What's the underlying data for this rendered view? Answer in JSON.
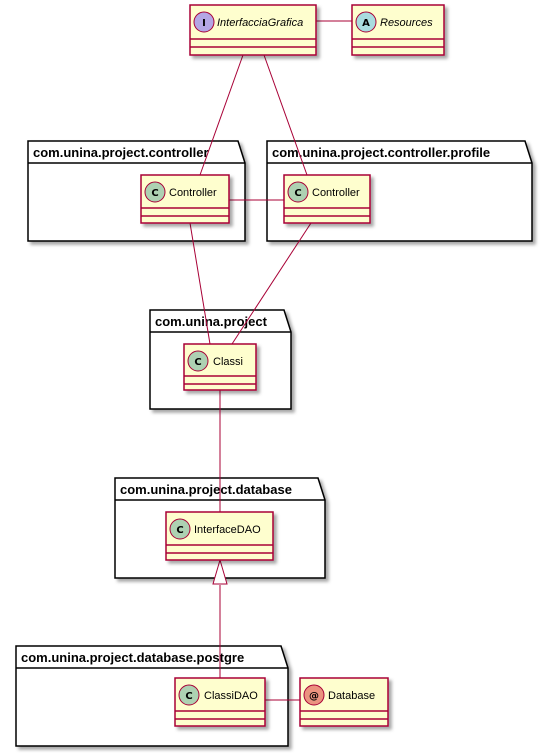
{
  "packages": {
    "controller": {
      "title": "com.unina.project.controller"
    },
    "controller_profile": {
      "title": "com.unina.project.controller.profile"
    },
    "project": {
      "title": "com.unina.project"
    },
    "database": {
      "title": "com.unina.project.database"
    },
    "postgre": {
      "title": "com.unina.project.database.postgre"
    }
  },
  "classes": {
    "interfaccia_grafica": {
      "name": "InterfacciaGrafica",
      "stereotype": "I",
      "kind": "interface",
      "color": "#B4A7E5"
    },
    "resources": {
      "name": "Resources",
      "stereotype": "A",
      "kind": "abstract",
      "color": "#A9DCDF"
    },
    "controller": {
      "name": "Controller",
      "stereotype": "C",
      "kind": "class",
      "color": "#ADD1B2"
    },
    "controller_profile": {
      "name": "Controller",
      "stereotype": "C",
      "kind": "class",
      "color": "#ADD1B2"
    },
    "classi": {
      "name": "Classi",
      "stereotype": "C",
      "kind": "class",
      "color": "#ADD1B2"
    },
    "interface_dao": {
      "name": "InterfaceDAO",
      "stereotype": "C",
      "kind": "class",
      "color": "#ADD1B2"
    },
    "classi_dao": {
      "name": "ClassiDAO",
      "stereotype": "C",
      "kind": "class",
      "color": "#ADD1B2"
    },
    "database": {
      "name": "Database",
      "stereotype": "@",
      "kind": "annotation",
      "color": "#EB937F"
    }
  },
  "colors": {
    "class_fill": "#FEFECE",
    "class_border": "#A80036",
    "edge": "#A80036",
    "package_border": "#000000"
  }
}
